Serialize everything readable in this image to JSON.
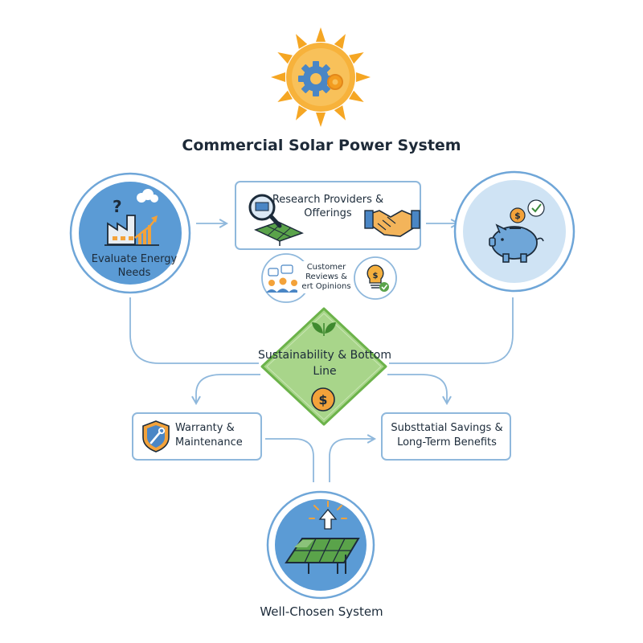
{
  "diagram": {
    "title": "Commercial Solar Power System",
    "nodes": {
      "evaluate": {
        "label": "Evaluate Energy Needs",
        "icon": "factory-growth-icon"
      },
      "research": {
        "label": "Research Providers & Offerings",
        "icon": "magnifier-solar-panel-icon",
        "icon2": "handshake-icon"
      },
      "customer_reviews": {
        "label": "Customer Reviews & ert Opinions",
        "icon": "people-chat-icon"
      },
      "expert_idea": {
        "label": "",
        "icon": "lightbulb-check-icon"
      },
      "savings_circle": {
        "label": "",
        "icon": "piggy-bank-icon"
      },
      "sustainability": {
        "label": "Sustainability & Bottom Line",
        "icon": "leaf-icon",
        "icon2": "dollar-coin-icon"
      },
      "warranty": {
        "label": "Warranty & Maintenance",
        "icon": "shield-wrench-icon"
      },
      "savings": {
        "label": "Substtatial Savings & Long-Term Benefits"
      },
      "final": {
        "label": "Well-Chosen System",
        "icon": "solar-panel-arrow-icon"
      }
    },
    "header_icon": "sun-gear-icon"
  },
  "colors": {
    "accent_blue": "#5b9bd5",
    "circle_fill": "#cfe3f4",
    "line_blue": "#8fb8dc",
    "green_fill": "#a8d58a",
    "green_stroke": "#6cb34a",
    "sun_orange": "#f5a623",
    "dollar_orange": "#f3a23a"
  }
}
